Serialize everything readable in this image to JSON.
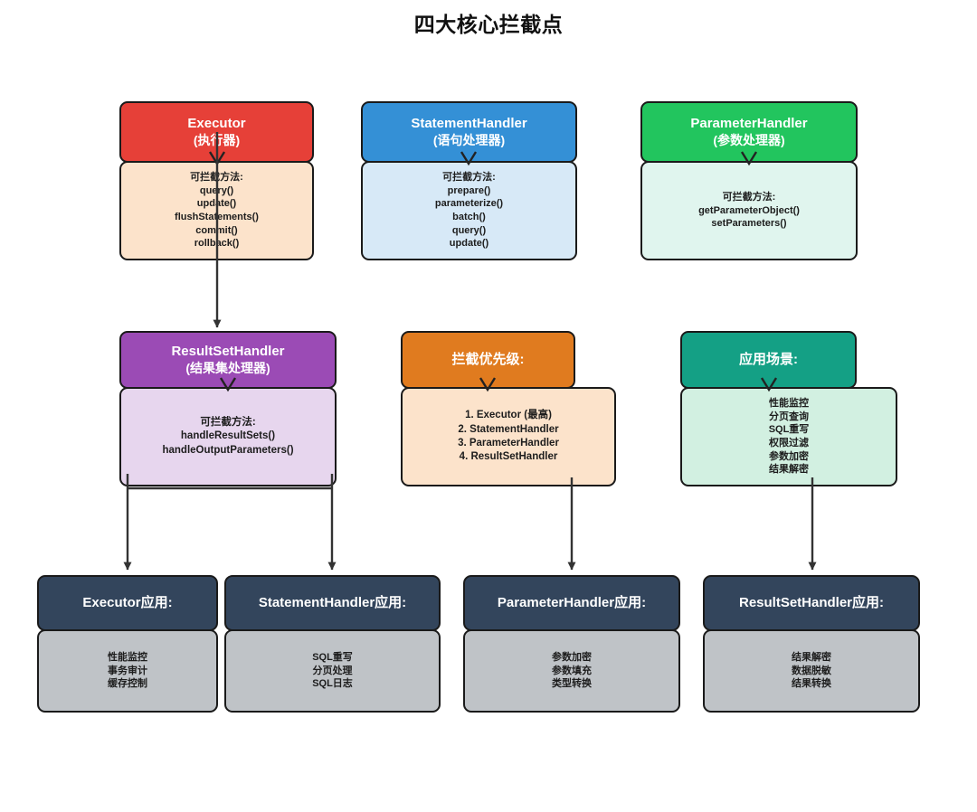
{
  "title": "四大核心拦截点",
  "colors": {
    "executor_header": "#e64038",
    "executor_body": "#fce3cb",
    "statement_header": "#3490d6",
    "statement_body": "#d7e9f7",
    "parameter_header": "#22c55e",
    "parameter_body": "#e0f5ee",
    "resultset_header": "#9b4bb5",
    "resultset_body": "#e7d6ee",
    "priority_header": "#e07b1f",
    "priority_body": "#fce3cb",
    "scenario_header": "#14a085",
    "scenario_body": "#d2f0e1",
    "app_header": "#33455c",
    "app_body": "#bfc3c7",
    "stroke": "#1a1a1a",
    "arrow": "#333333"
  },
  "nodes": {
    "executor": {
      "title": "Executor",
      "subtitle": "(执行器)",
      "body_label": "可拦截方法:",
      "body_items": [
        "query()",
        "update()",
        "flushStatements()",
        "commit()",
        "rollback()"
      ]
    },
    "statement_handler": {
      "title": "StatementHandler",
      "subtitle": "(语句处理器)",
      "body_label": "可拦截方法:",
      "body_items": [
        "prepare()",
        "parameterize()",
        "batch()",
        "query()",
        "update()"
      ]
    },
    "parameter_handler": {
      "title": "ParameterHandler",
      "subtitle": "(参数处理器)",
      "body_label": "可拦截方法:",
      "body_items": [
        "getParameterObject()",
        "setParameters()"
      ]
    },
    "resultset_handler": {
      "title": "ResultSetHandler",
      "subtitle": "(结果集处理器)",
      "body_label": "可拦截方法:",
      "body_items": [
        "handleResultSets()",
        "handleOutputParameters()"
      ]
    },
    "priority": {
      "title": "拦截优先级:",
      "subtitle": "",
      "body_label": "",
      "body_items": [
        "1. Executor (最高)",
        "2. StatementHandler",
        "3. ParameterHandler",
        "4. ResultSetHandler"
      ]
    },
    "scenario": {
      "title": "应用场景:",
      "subtitle": "",
      "body_label": "",
      "body_items": [
        "性能监控",
        "分页查询",
        "SQL重写",
        "权限过滤",
        "参数加密",
        "结果解密"
      ]
    },
    "executor_app": {
      "title": "Executor应用:",
      "subtitle": "",
      "body_label": "",
      "body_items": [
        "性能监控",
        "事务审计",
        "缓存控制"
      ]
    },
    "statement_app": {
      "title": "StatementHandler应用:",
      "subtitle": "",
      "body_label": "",
      "body_items": [
        "SQL重写",
        "分页处理",
        "SQL日志"
      ]
    },
    "parameter_app": {
      "title": "ParameterHandler应用:",
      "subtitle": "",
      "body_label": "",
      "body_items": [
        "参数加密",
        "参数填充",
        "类型转换"
      ]
    },
    "resultset_app": {
      "title": "ResultSetHandler应用:",
      "subtitle": "",
      "body_label": "",
      "body_items": [
        "结果解密",
        "数据脱敏",
        "结果转换"
      ]
    }
  }
}
